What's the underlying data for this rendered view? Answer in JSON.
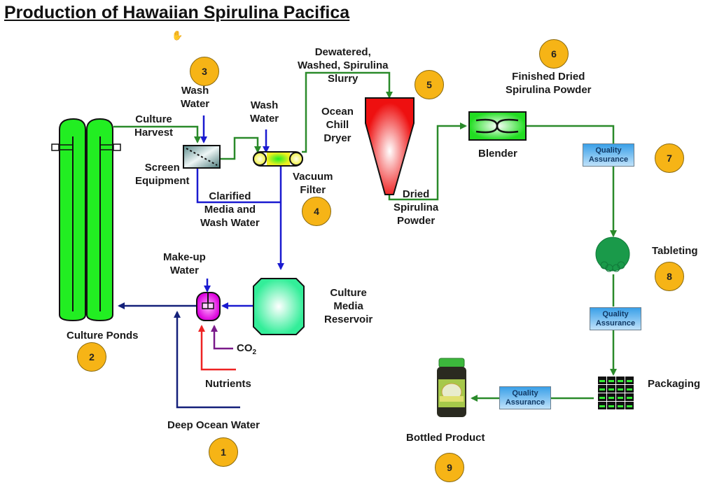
{
  "title": "Production of Hawaiian Spirulina Pacifica",
  "cursor_icon": "hand-cursor-icon",
  "steps": {
    "s1": {
      "number": "1",
      "label": "Deep Ocean Water"
    },
    "s2": {
      "number": "2",
      "label": "Culture Ponds"
    },
    "s3": {
      "number": "3"
    },
    "s4": {
      "number": "4"
    },
    "s5": {
      "number": "5"
    },
    "s6": {
      "number": "6",
      "label": [
        "Finished Dried",
        "Spirulina Powder"
      ]
    },
    "s7": {
      "number": "7"
    },
    "s8": {
      "number": "8",
      "label": "Tableting"
    },
    "s9": {
      "number": "9",
      "label": "Bottled Product"
    }
  },
  "labels": {
    "wash_water_1": [
      "Wash",
      "Water"
    ],
    "wash_water_2": [
      "Wash",
      "Water"
    ],
    "culture_harvest": [
      "Culture",
      "Harvest"
    ],
    "screen_equipment": [
      "Screen",
      "Equipment"
    ],
    "vacuum_filter": [
      "Vacuum",
      "Filter"
    ],
    "clarified": [
      "Clarified",
      "Media and",
      "Wash Water"
    ],
    "slurry": [
      "Dewatered,",
      "Washed, Spirulina",
      "Slurry"
    ],
    "dryer": [
      "Ocean",
      "Chill",
      "Dryer"
    ],
    "dried_powder": [
      "Dried",
      "Spirulina",
      "Powder"
    ],
    "blender": "Blender",
    "makeup_water": [
      "Make-up",
      "Water"
    ],
    "reservoir": [
      "Culture",
      "Media",
      "Reservoir"
    ],
    "co2": "CO",
    "co2_sub": "2",
    "nutrients": "Nutrients",
    "packaging": "Packaging"
  },
  "quality_assurance": {
    "line1": "Quality",
    "line2": "Assurance"
  },
  "colors": {
    "green_flow": "#2a8a2a",
    "blue_flow": "#1a1ad0",
    "navy_flow": "#14207a",
    "red_flow": "#ee2222",
    "purple_flow": "#7a1a8a",
    "badge": "#f6b416",
    "pond_green": "#22ee22",
    "dryer_red": "#ee1010"
  }
}
